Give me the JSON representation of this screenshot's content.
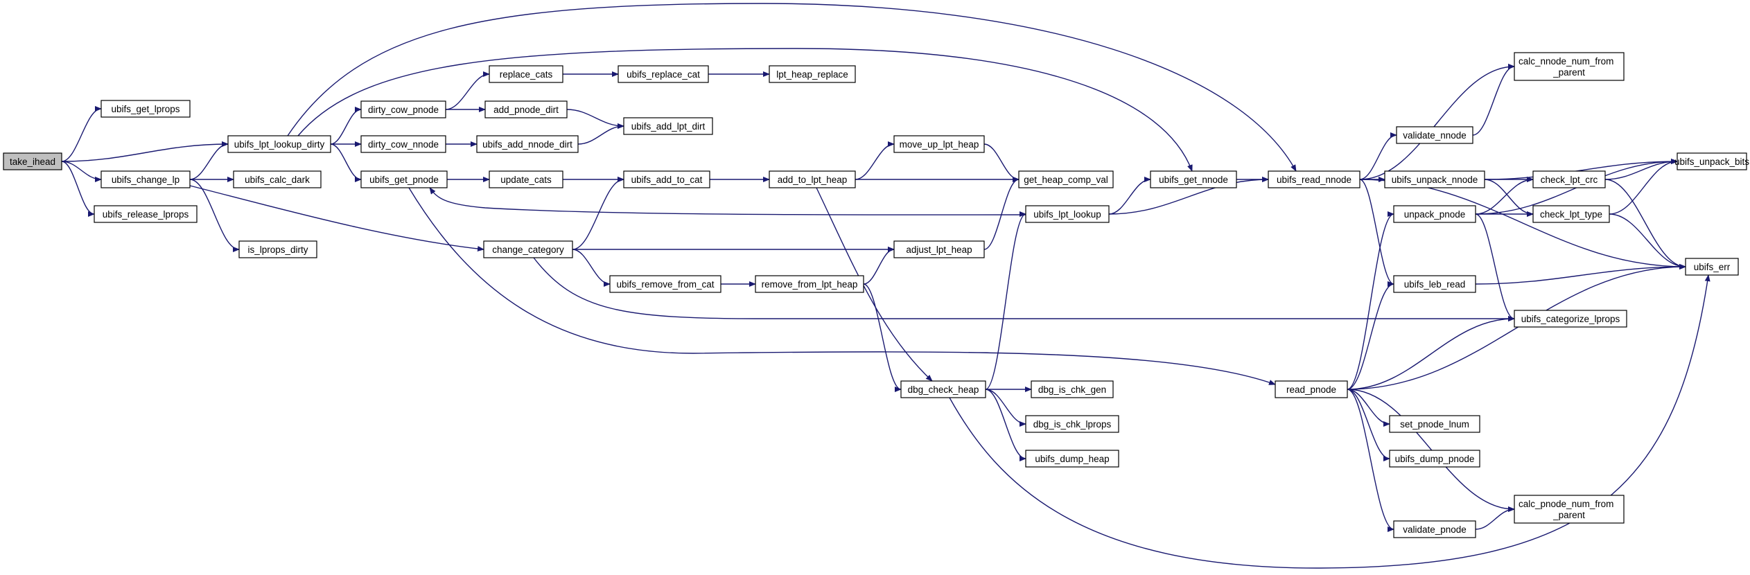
{
  "diagram": {
    "type": "call-graph",
    "nodes": [
      {
        "id": "take_ihead",
        "label": [
          "take_ihead"
        ],
        "root": true
      },
      {
        "id": "ubifs_get_lprops",
        "label": [
          "ubifs_get_lprops"
        ]
      },
      {
        "id": "ubifs_lpt_lookup_dirty",
        "label": [
          "ubifs_lpt_lookup_dirty"
        ]
      },
      {
        "id": "ubifs_change_lp",
        "label": [
          "ubifs_change_lp"
        ]
      },
      {
        "id": "ubifs_release_lprops",
        "label": [
          "ubifs_release_lprops"
        ]
      },
      {
        "id": "ubifs_calc_dark",
        "label": [
          "ubifs_calc_dark"
        ]
      },
      {
        "id": "is_lprops_dirty",
        "label": [
          "is_lprops_dirty"
        ]
      },
      {
        "id": "dirty_cow_pnode",
        "label": [
          "dirty_cow_pnode"
        ]
      },
      {
        "id": "dirty_cow_nnode",
        "label": [
          "dirty_cow_nnode"
        ]
      },
      {
        "id": "ubifs_get_pnode",
        "label": [
          "ubifs_get_pnode"
        ]
      },
      {
        "id": "replace_cats",
        "label": [
          "replace_cats"
        ]
      },
      {
        "id": "add_pnode_dirt",
        "label": [
          "add_pnode_dirt"
        ]
      },
      {
        "id": "ubifs_add_nnode_dirt",
        "label": [
          "ubifs_add_nnode_dirt"
        ]
      },
      {
        "id": "update_cats",
        "label": [
          "update_cats"
        ]
      },
      {
        "id": "change_category",
        "label": [
          "change_category"
        ]
      },
      {
        "id": "ubifs_replace_cat",
        "label": [
          "ubifs_replace_cat"
        ]
      },
      {
        "id": "lpt_heap_replace",
        "label": [
          "lpt_heap_replace"
        ]
      },
      {
        "id": "ubifs_add_lpt_dirt",
        "label": [
          "ubifs_add_lpt_dirt"
        ]
      },
      {
        "id": "ubifs_add_to_cat",
        "label": [
          "ubifs_add_to_cat"
        ]
      },
      {
        "id": "add_to_lpt_heap",
        "label": [
          "add_to_lpt_heap"
        ]
      },
      {
        "id": "move_up_lpt_heap",
        "label": [
          "move_up_lpt_heap"
        ]
      },
      {
        "id": "get_heap_comp_val",
        "label": [
          "get_heap_comp_val"
        ]
      },
      {
        "id": "ubifs_remove_from_cat",
        "label": [
          "ubifs_remove_from_cat"
        ]
      },
      {
        "id": "remove_from_lpt_heap",
        "label": [
          "remove_from_lpt_heap"
        ]
      },
      {
        "id": "adjust_lpt_heap",
        "label": [
          "adjust_lpt_heap"
        ]
      },
      {
        "id": "ubifs_lpt_lookup",
        "label": [
          "ubifs_lpt_lookup"
        ]
      },
      {
        "id": "ubifs_get_nnode",
        "label": [
          "ubifs_get_nnode"
        ]
      },
      {
        "id": "ubifs_read_nnode",
        "label": [
          "ubifs_read_nnode"
        ]
      },
      {
        "id": "dbg_check_heap",
        "label": [
          "dbg_check_heap"
        ]
      },
      {
        "id": "dbg_is_chk_gen",
        "label": [
          "dbg_is_chk_gen"
        ]
      },
      {
        "id": "dbg_is_chk_lprops",
        "label": [
          "dbg_is_chk_lprops"
        ]
      },
      {
        "id": "ubifs_dump_heap",
        "label": [
          "ubifs_dump_heap"
        ]
      },
      {
        "id": "read_pnode",
        "label": [
          "read_pnode"
        ]
      },
      {
        "id": "validate_nnode",
        "label": [
          "validate_nnode"
        ]
      },
      {
        "id": "ubifs_unpack_nnode",
        "label": [
          "ubifs_unpack_nnode"
        ]
      },
      {
        "id": "unpack_pnode",
        "label": [
          "unpack_pnode"
        ]
      },
      {
        "id": "ubifs_leb_read",
        "label": [
          "ubifs_leb_read"
        ]
      },
      {
        "id": "set_pnode_lnum",
        "label": [
          "set_pnode_lnum"
        ]
      },
      {
        "id": "ubifs_dump_pnode",
        "label": [
          "ubifs_dump_pnode"
        ]
      },
      {
        "id": "validate_pnode",
        "label": [
          "validate_pnode"
        ]
      },
      {
        "id": "calc_nnode_num_from_parent",
        "label": [
          "calc_nnode_num_from",
          "_parent"
        ]
      },
      {
        "id": "check_lpt_crc",
        "label": [
          "check_lpt_crc"
        ]
      },
      {
        "id": "check_lpt_type",
        "label": [
          "check_lpt_type"
        ]
      },
      {
        "id": "ubifs_categorize_lprops",
        "label": [
          "ubifs_categorize_lprops"
        ]
      },
      {
        "id": "calc_pnode_num_from_parent",
        "label": [
          "calc_pnode_num_from",
          "_parent"
        ]
      },
      {
        "id": "ubifs_unpack_bits",
        "label": [
          "ubifs_unpack_bits"
        ]
      },
      {
        "id": "ubifs_err",
        "label": [
          "ubifs_err"
        ]
      }
    ],
    "edges": [
      [
        "take_ihead",
        "ubifs_get_lprops"
      ],
      [
        "take_ihead",
        "ubifs_lpt_lookup_dirty"
      ],
      [
        "take_ihead",
        "ubifs_change_lp"
      ],
      [
        "take_ihead",
        "ubifs_release_lprops"
      ],
      [
        "ubifs_change_lp",
        "ubifs_lpt_lookup_dirty"
      ],
      [
        "ubifs_change_lp",
        "ubifs_calc_dark"
      ],
      [
        "ubifs_change_lp",
        "is_lprops_dirty"
      ],
      [
        "ubifs_change_lp",
        "change_category"
      ],
      [
        "ubifs_lpt_lookup_dirty",
        "dirty_cow_pnode"
      ],
      [
        "ubifs_lpt_lookup_dirty",
        "dirty_cow_nnode"
      ],
      [
        "ubifs_lpt_lookup_dirty",
        "ubifs_get_pnode"
      ],
      [
        "ubifs_lpt_lookup_dirty",
        "ubifs_get_nnode"
      ],
      [
        "ubifs_lpt_lookup_dirty",
        "ubifs_read_nnode"
      ],
      [
        "dirty_cow_pnode",
        "replace_cats"
      ],
      [
        "dirty_cow_pnode",
        "add_pnode_dirt"
      ],
      [
        "dirty_cow_nnode",
        "ubifs_add_nnode_dirt"
      ],
      [
        "replace_cats",
        "ubifs_replace_cat"
      ],
      [
        "ubifs_replace_cat",
        "lpt_heap_replace"
      ],
      [
        "add_pnode_dirt",
        "ubifs_add_lpt_dirt"
      ],
      [
        "ubifs_add_nnode_dirt",
        "ubifs_add_lpt_dirt"
      ],
      [
        "ubifs_get_pnode",
        "update_cats"
      ],
      [
        "ubifs_get_pnode",
        "read_pnode"
      ],
      [
        "update_cats",
        "ubifs_add_to_cat"
      ],
      [
        "ubifs_add_to_cat",
        "add_to_lpt_heap"
      ],
      [
        "add_to_lpt_heap",
        "move_up_lpt_heap"
      ],
      [
        "add_to_lpt_heap",
        "get_heap_comp_val"
      ],
      [
        "add_to_lpt_heap",
        "dbg_check_heap"
      ],
      [
        "move_up_lpt_heap",
        "get_heap_comp_val"
      ],
      [
        "change_category",
        "ubifs_add_to_cat"
      ],
      [
        "change_category",
        "adjust_lpt_heap"
      ],
      [
        "change_category",
        "ubifs_remove_from_cat"
      ],
      [
        "change_category",
        "ubifs_categorize_lprops"
      ],
      [
        "ubifs_remove_from_cat",
        "remove_from_lpt_heap"
      ],
      [
        "remove_from_lpt_heap",
        "adjust_lpt_heap"
      ],
      [
        "remove_from_lpt_heap",
        "dbg_check_heap"
      ],
      [
        "adjust_lpt_heap",
        "get_heap_comp_val"
      ],
      [
        "ubifs_lpt_lookup",
        "ubifs_get_pnode"
      ],
      [
        "ubifs_lpt_lookup",
        "ubifs_get_nnode"
      ],
      [
        "ubifs_lpt_lookup",
        "ubifs_read_nnode"
      ],
      [
        "dbg_check_heap",
        "ubifs_lpt_lookup"
      ],
      [
        "dbg_check_heap",
        "dbg_is_chk_gen"
      ],
      [
        "dbg_check_heap",
        "dbg_is_chk_lprops"
      ],
      [
        "dbg_check_heap",
        "ubifs_dump_heap"
      ],
      [
        "dbg_check_heap",
        "ubifs_err"
      ],
      [
        "ubifs_get_nnode",
        "ubifs_read_nnode"
      ],
      [
        "ubifs_read_nnode",
        "calc_nnode_num_from_parent"
      ],
      [
        "ubifs_read_nnode",
        "validate_nnode"
      ],
      [
        "ubifs_read_nnode",
        "ubifs_unpack_nnode"
      ],
      [
        "ubifs_read_nnode",
        "ubifs_leb_read"
      ],
      [
        "ubifs_read_nnode",
        "ubifs_err"
      ],
      [
        "validate_nnode",
        "calc_nnode_num_from_parent"
      ],
      [
        "ubifs_unpack_nnode",
        "ubifs_unpack_bits"
      ],
      [
        "ubifs_unpack_nnode",
        "check_lpt_crc"
      ],
      [
        "ubifs_unpack_nnode",
        "check_lpt_type"
      ],
      [
        "read_pnode",
        "unpack_pnode"
      ],
      [
        "read_pnode",
        "ubifs_leb_read"
      ],
      [
        "read_pnode",
        "ubifs_categorize_lprops"
      ],
      [
        "read_pnode",
        "ubifs_err"
      ],
      [
        "read_pnode",
        "set_pnode_lnum"
      ],
      [
        "read_pnode",
        "ubifs_dump_pnode"
      ],
      [
        "read_pnode",
        "validate_pnode"
      ],
      [
        "read_pnode",
        "calc_pnode_num_from_parent"
      ],
      [
        "unpack_pnode",
        "ubifs_unpack_bits"
      ],
      [
        "unpack_pnode",
        "check_lpt_crc"
      ],
      [
        "unpack_pnode",
        "check_lpt_type"
      ],
      [
        "unpack_pnode",
        "ubifs_categorize_lprops"
      ],
      [
        "validate_pnode",
        "calc_pnode_num_from_parent"
      ],
      [
        "ubifs_leb_read",
        "ubifs_err"
      ],
      [
        "check_lpt_crc",
        "ubifs_unpack_bits"
      ],
      [
        "check_lpt_crc",
        "ubifs_err"
      ],
      [
        "check_lpt_type",
        "ubifs_unpack_bits"
      ],
      [
        "check_lpt_type",
        "ubifs_err"
      ]
    ],
    "colors": {
      "edge": "#191970",
      "node_border": "#000000",
      "node_fill": "#ffffff",
      "root_fill": "#bfbfbf"
    }
  }
}
